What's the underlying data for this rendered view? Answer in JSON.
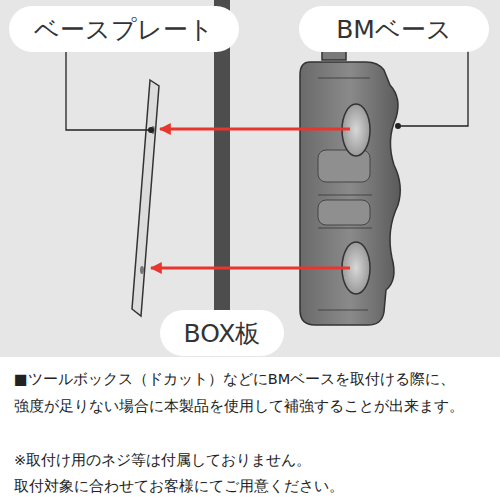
{
  "diagram": {
    "nodes": [
      {
        "text": [
          "ベースプレート"
        ]
      },
      {
        "text": [
          "BMベース"
        ]
      },
      {
        "text": [
          "BOX板"
        ]
      }
    ],
    "labels": [
      "■ツールボックス（ドカット）などにBMベースを取付ける際に、 強度が足りない場合に本製品を使用して補強することが出来ます。",
      "※取付け用のネジ等は付属しておりません。",
      "取付対象に合わせてお客様にてご用意ください。"
    ]
  }
}
